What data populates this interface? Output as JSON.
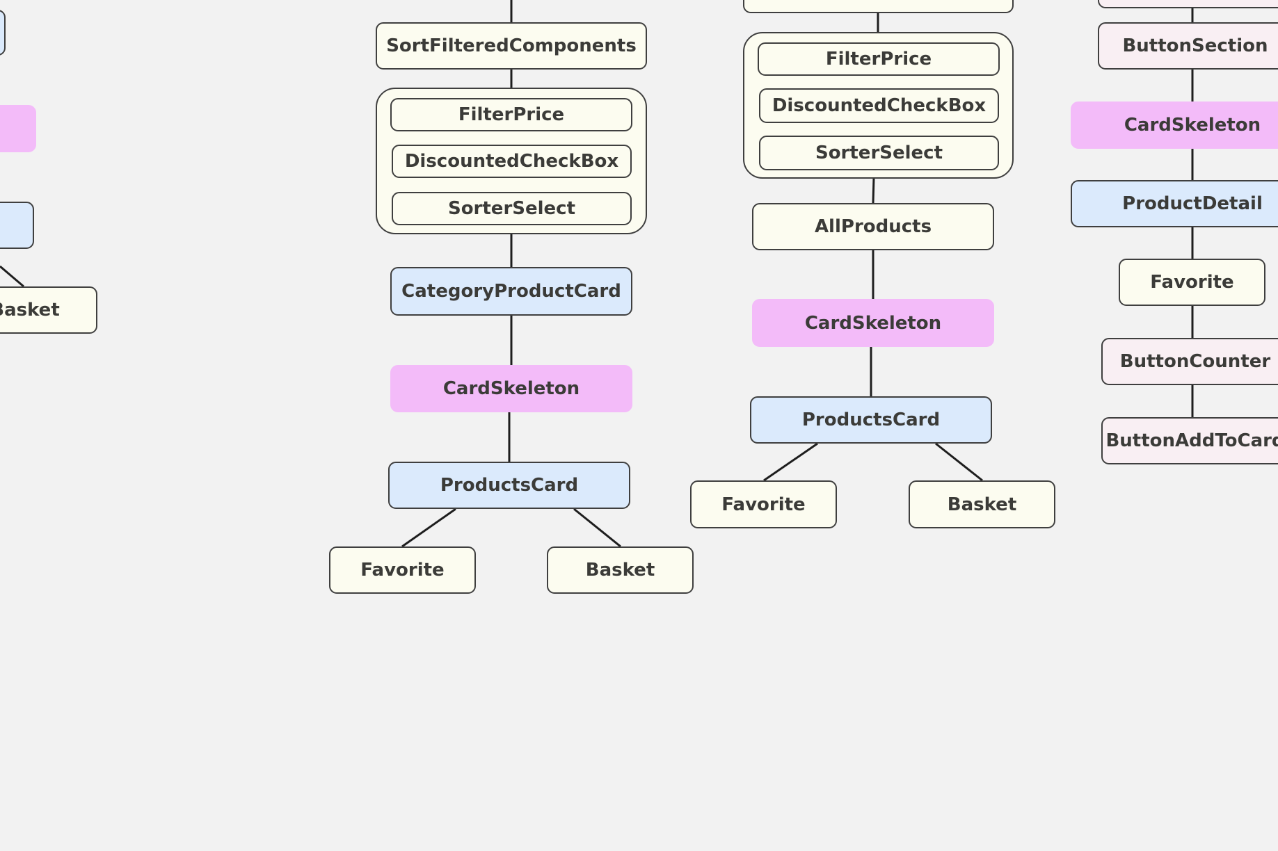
{
  "colors": {
    "background": "#f2f2f2",
    "yellow_node": "#fcfcf0",
    "blue_node": "#dbeafc",
    "pink_node": "#f3bbf9",
    "light_pink_node": "#f9eff3",
    "border": "#3f3f3f",
    "text": "#3b3b38"
  },
  "left_partial": {
    "basket": "Basket"
  },
  "branch_category": {
    "sort_filtered": "SortFilteredComponents",
    "filter_price": "FilterPrice",
    "discounted_checkbox": "DiscountedCheckBox",
    "sorter_select": "SorterSelect",
    "category_product_card": "CategoryProductCard",
    "card_skeleton": "CardSkeleton",
    "products_card": "ProductsCard",
    "favorite": "Favorite",
    "basket": "Basket"
  },
  "branch_all": {
    "filter_price": "FilterPrice",
    "discounted_checkbox": "DiscountedCheckBox",
    "sorter_select": "SorterSelect",
    "all_products": "AllProducts",
    "card_skeleton": "CardSkeleton",
    "products_card": "ProductsCard",
    "favorite": "Favorite",
    "basket": "Basket"
  },
  "branch_detail": {
    "button_section": "ButtonSection",
    "card_skeleton": "CardSkeleton",
    "product_detail": "ProductDetail",
    "favorite": "Favorite",
    "button_counter": "ButtonCounter",
    "button_add_to_card": "ButtonAddToCard"
  }
}
